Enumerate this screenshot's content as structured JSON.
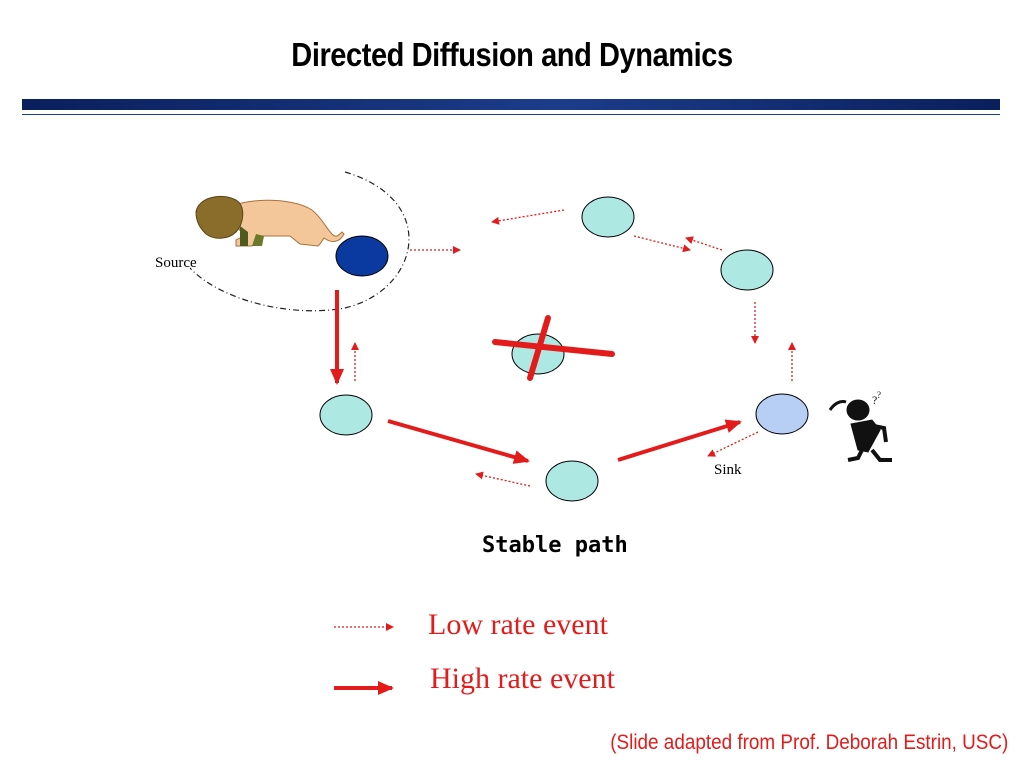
{
  "slide": {
    "title": "Directed Diffusion and Dynamics",
    "credit": "(Slide adapted from Prof. Deborah Estrin, USC)"
  },
  "diagram": {
    "source_label": "Source",
    "sink_label": "Sink",
    "caption": "Stable path",
    "icons": [
      "lion-icon",
      "confused-person-icon",
      "red-cross-icon"
    ]
  },
  "legend": {
    "low_rate": "Low rate event",
    "high_rate": "High rate event"
  },
  "colors": {
    "arrow_red": "#e31b1b",
    "node_fill": "#aee8e2",
    "source_fill": "#0a3aa0",
    "sink_fill": "#b8cff5",
    "title_bar": "#1c3c8a"
  }
}
